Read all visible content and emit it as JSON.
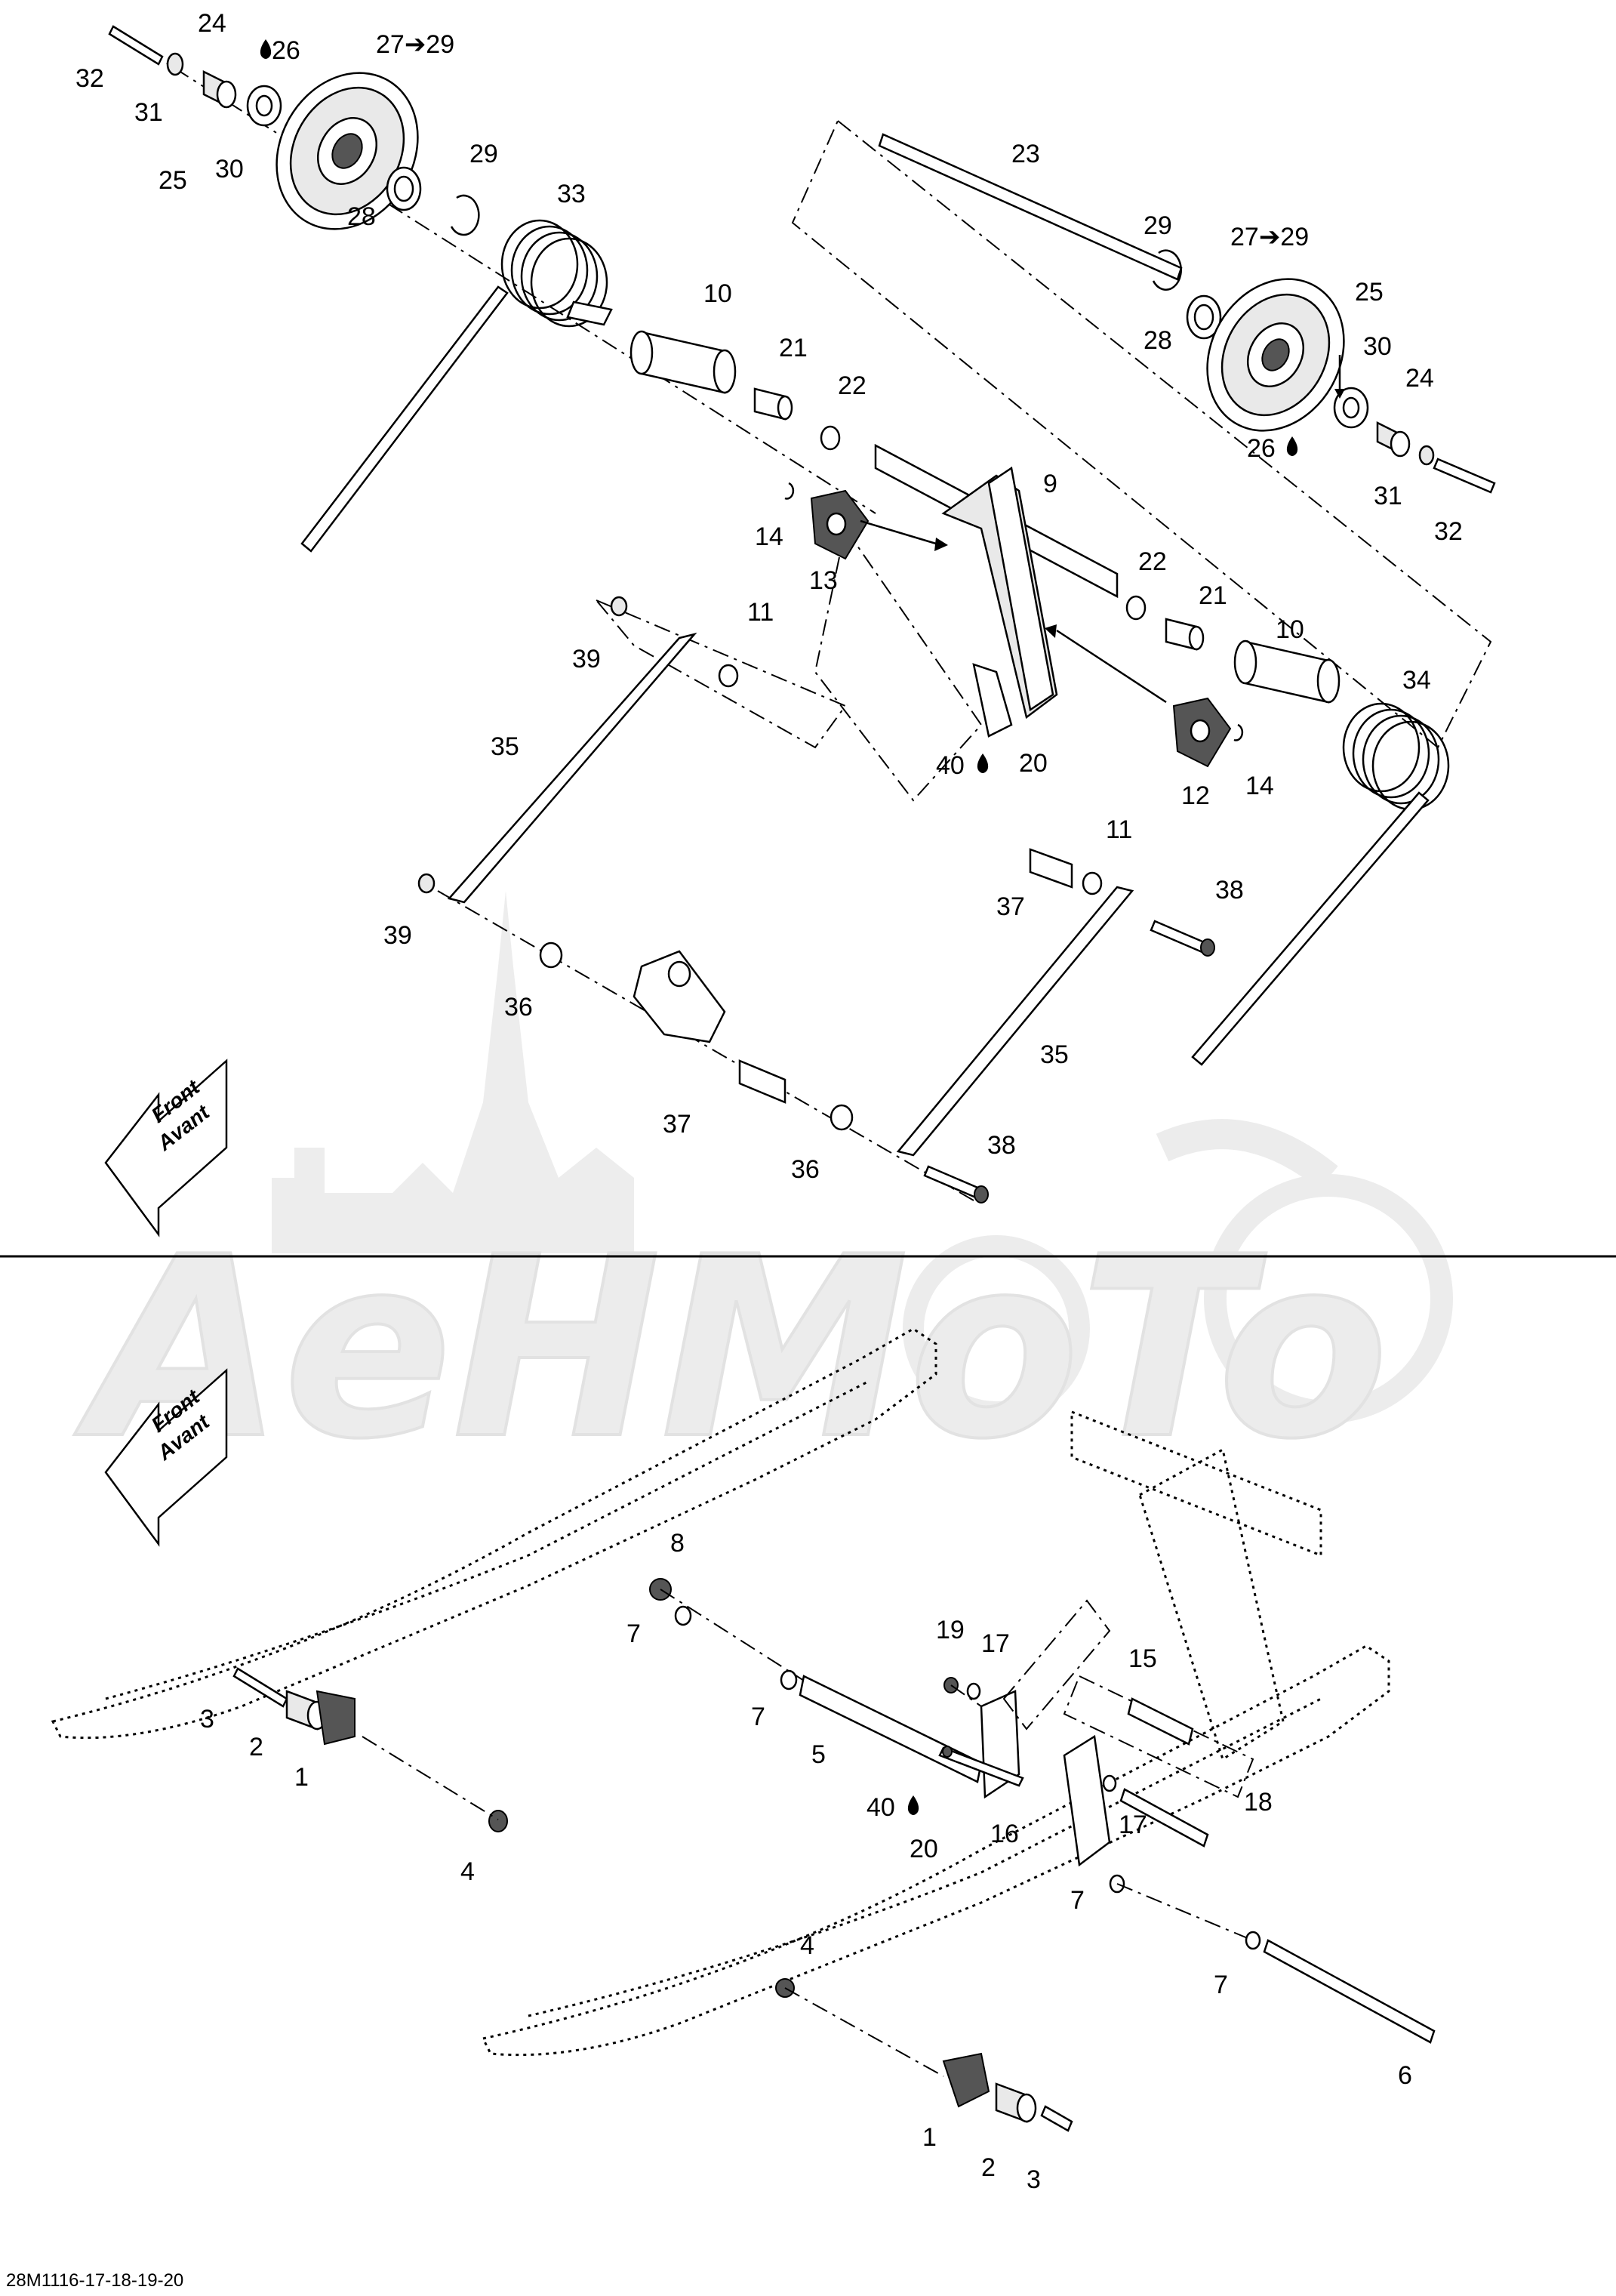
{
  "drawing_code": "28M1116-17-18-19-20",
  "direction_arrows": [
    {
      "line1": "Front",
      "line2": "Avant"
    },
    {
      "line1": "Front",
      "line2": "Avant"
    }
  ],
  "watermark": "AeHMoTo",
  "upper_callouts": [
    {
      "text": "32"
    },
    {
      "text": "24"
    },
    {
      "text": "26"
    },
    {
      "text": "27➔29"
    },
    {
      "text": "31"
    },
    {
      "text": "25"
    },
    {
      "text": "30"
    },
    {
      "text": "29"
    },
    {
      "text": "28"
    },
    {
      "text": "33"
    },
    {
      "text": "23"
    },
    {
      "text": "29"
    },
    {
      "text": "27➔29"
    },
    {
      "text": "10"
    },
    {
      "text": "25"
    },
    {
      "text": "21"
    },
    {
      "text": "28"
    },
    {
      "text": "30"
    },
    {
      "text": "22"
    },
    {
      "text": "24"
    },
    {
      "text": "26"
    },
    {
      "text": "31"
    },
    {
      "text": "9"
    },
    {
      "text": "32"
    },
    {
      "text": "14"
    },
    {
      "text": "13"
    },
    {
      "text": "22"
    },
    {
      "text": "21"
    },
    {
      "text": "11"
    },
    {
      "text": "10"
    },
    {
      "text": "39"
    },
    {
      "text": "34"
    },
    {
      "text": "35"
    },
    {
      "text": "40"
    },
    {
      "text": "20"
    },
    {
      "text": "12"
    },
    {
      "text": "14"
    },
    {
      "text": "11"
    },
    {
      "text": "37"
    },
    {
      "text": "38"
    },
    {
      "text": "39"
    },
    {
      "text": "36"
    },
    {
      "text": "35"
    },
    {
      "text": "37"
    },
    {
      "text": "38"
    },
    {
      "text": "36"
    }
  ],
  "lower_callouts": [
    {
      "text": "8"
    },
    {
      "text": "7"
    },
    {
      "text": "19"
    },
    {
      "text": "17"
    },
    {
      "text": "15"
    },
    {
      "text": "3"
    },
    {
      "text": "7"
    },
    {
      "text": "2"
    },
    {
      "text": "5"
    },
    {
      "text": "1"
    },
    {
      "text": "18"
    },
    {
      "text": "40"
    },
    {
      "text": "17"
    },
    {
      "text": "20"
    },
    {
      "text": "16"
    },
    {
      "text": "7"
    },
    {
      "text": "4"
    },
    {
      "text": "4"
    },
    {
      "text": "7"
    },
    {
      "text": "6"
    },
    {
      "text": "1"
    },
    {
      "text": "2"
    },
    {
      "text": "3"
    }
  ]
}
